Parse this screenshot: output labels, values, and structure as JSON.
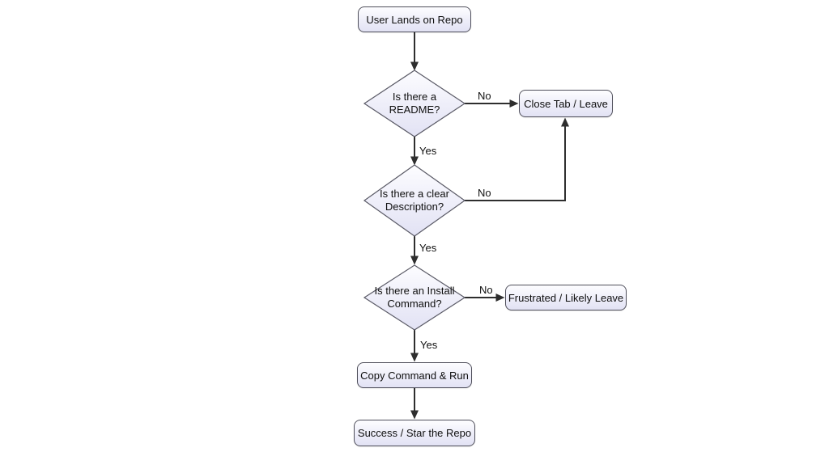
{
  "colors": {
    "background": "#ffffff",
    "node_fill_top": "#fdfdff",
    "node_fill_bottom": "#e2e2f4",
    "node_border": "#50505c",
    "edge_line": "#2e2e2e",
    "label_text": "#0f0f0f"
  },
  "flowchart": {
    "type": "flowchart",
    "nodes": [
      {
        "id": "start",
        "shape": "rounded-rect",
        "label": "User Lands on Repo"
      },
      {
        "id": "readme-decision",
        "shape": "diamond",
        "label": "Is there a README?"
      },
      {
        "id": "close-tab",
        "shape": "rounded-rect",
        "label": "Close Tab / Leave"
      },
      {
        "id": "description-decision",
        "shape": "diamond",
        "label": "Is there a clear Description?"
      },
      {
        "id": "install-decision",
        "shape": "diamond",
        "label": "Is there an Install Command?"
      },
      {
        "id": "frustrated",
        "shape": "rounded-rect",
        "label": "Frustrated / Likely Leave"
      },
      {
        "id": "copy-command",
        "shape": "rounded-rect",
        "label": "Copy Command & Run"
      },
      {
        "id": "success",
        "shape": "rounded-rect",
        "label": "Success / Star the Repo"
      }
    ],
    "edges": [
      {
        "from": "start",
        "to": "readme-decision",
        "label": ""
      },
      {
        "from": "readme-decision",
        "to": "close-tab",
        "label": "No"
      },
      {
        "from": "readme-decision",
        "to": "description-decision",
        "label": "Yes"
      },
      {
        "from": "description-decision",
        "to": "close-tab",
        "label": "No"
      },
      {
        "from": "description-decision",
        "to": "install-decision",
        "label": "Yes"
      },
      {
        "from": "install-decision",
        "to": "frustrated",
        "label": "No"
      },
      {
        "from": "install-decision",
        "to": "copy-command",
        "label": "Yes"
      },
      {
        "from": "copy-command",
        "to": "success",
        "label": ""
      }
    ]
  }
}
